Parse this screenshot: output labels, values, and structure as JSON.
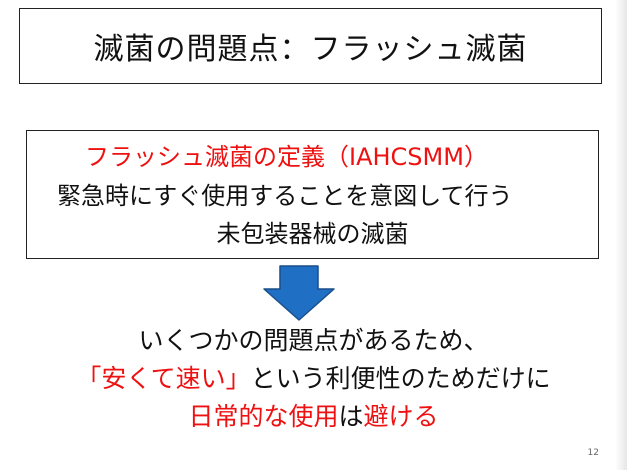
{
  "slide": {
    "title": "滅菌の問題点：フラッシュ滅菌",
    "definition": {
      "heading": "フラッシュ滅菌の定義（IAHCSMM）",
      "line1": "緊急時にすぐ使用することを意図して行う",
      "line2": "未包装器械の滅菌"
    },
    "arrow_icon": "down-arrow-icon",
    "body": {
      "line1": "いくつかの問題点があるため、",
      "line2_red": "「安くて速い」",
      "line2_rest": "という利便性のためだけに",
      "line3_red": "日常的な使用",
      "line3_mid": "は",
      "line3_red2": "避ける"
    },
    "page_number": "12"
  },
  "colors": {
    "accent_red": "#ee1111",
    "arrow_fill": "#1f6fc5",
    "arrow_stroke": "#1a4f8a",
    "text": "#111111"
  }
}
